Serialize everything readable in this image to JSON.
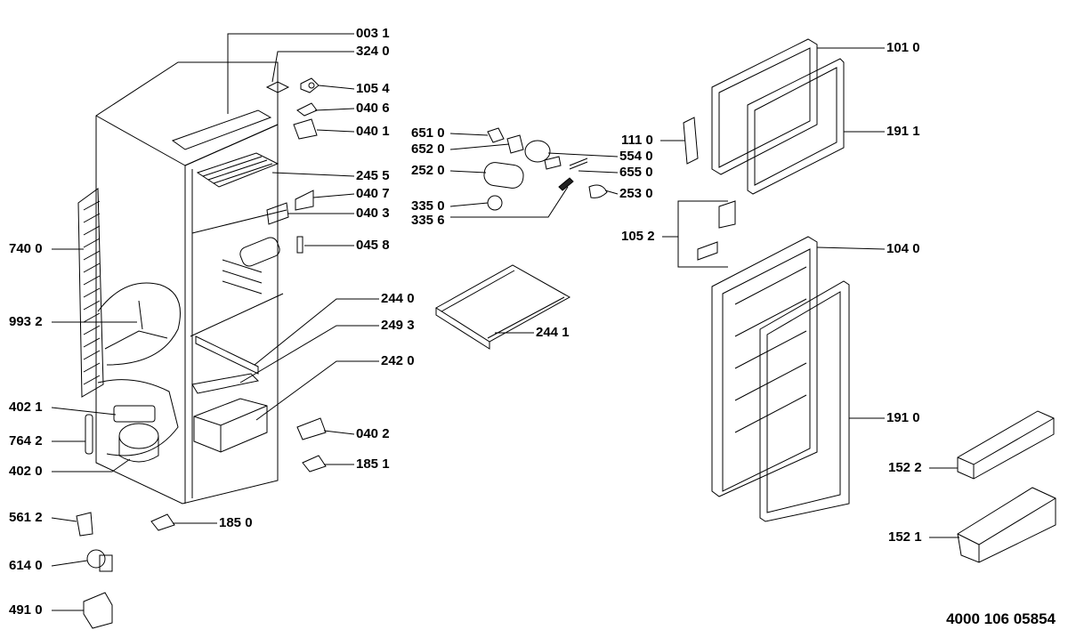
{
  "document_number": "4000 106 05854",
  "part_labels": [
    {
      "id": "003-1",
      "text": "003 1"
    },
    {
      "id": "324-0",
      "text": "324 0"
    },
    {
      "id": "105-4",
      "text": "105 4"
    },
    {
      "id": "040-6",
      "text": "040 6"
    },
    {
      "id": "040-1",
      "text": "040 1"
    },
    {
      "id": "245-5",
      "text": "245 5"
    },
    {
      "id": "040-7",
      "text": "040 7"
    },
    {
      "id": "040-3",
      "text": "040 3"
    },
    {
      "id": "045-8",
      "text": "045 8"
    },
    {
      "id": "244-0",
      "text": "244 0"
    },
    {
      "id": "249-3",
      "text": "249 3"
    },
    {
      "id": "242-0",
      "text": "242 0"
    },
    {
      "id": "040-2",
      "text": "040 2"
    },
    {
      "id": "185-1",
      "text": "185 1"
    },
    {
      "id": "185-0",
      "text": "185 0"
    },
    {
      "id": "740-0",
      "text": "740 0"
    },
    {
      "id": "993-2",
      "text": "993 2"
    },
    {
      "id": "402-1",
      "text": "402 1"
    },
    {
      "id": "764-2",
      "text": "764 2"
    },
    {
      "id": "402-0",
      "text": "402 0"
    },
    {
      "id": "561-2",
      "text": "561 2"
    },
    {
      "id": "614-0",
      "text": "614 0"
    },
    {
      "id": "491-0",
      "text": "491 0"
    },
    {
      "id": "651-0",
      "text": "651 0"
    },
    {
      "id": "652-0",
      "text": "652 0"
    },
    {
      "id": "252-0",
      "text": "252 0"
    },
    {
      "id": "335-0",
      "text": "335 0"
    },
    {
      "id": "335-6",
      "text": "335 6"
    },
    {
      "id": "554-0",
      "text": "554 0"
    },
    {
      "id": "655-0",
      "text": "655 0"
    },
    {
      "id": "253-0",
      "text": "253 0"
    },
    {
      "id": "244-1",
      "text": "244 1"
    },
    {
      "id": "111-0",
      "text": "111 0"
    },
    {
      "id": "105-2",
      "text": "105 2"
    },
    {
      "id": "101-0",
      "text": "101 0"
    },
    {
      "id": "191-1",
      "text": "191 1"
    },
    {
      "id": "104-0",
      "text": "104 0"
    },
    {
      "id": "191-0",
      "text": "191 0"
    },
    {
      "id": "152-2",
      "text": "152 2"
    },
    {
      "id": "152-1",
      "text": "152 1"
    }
  ]
}
